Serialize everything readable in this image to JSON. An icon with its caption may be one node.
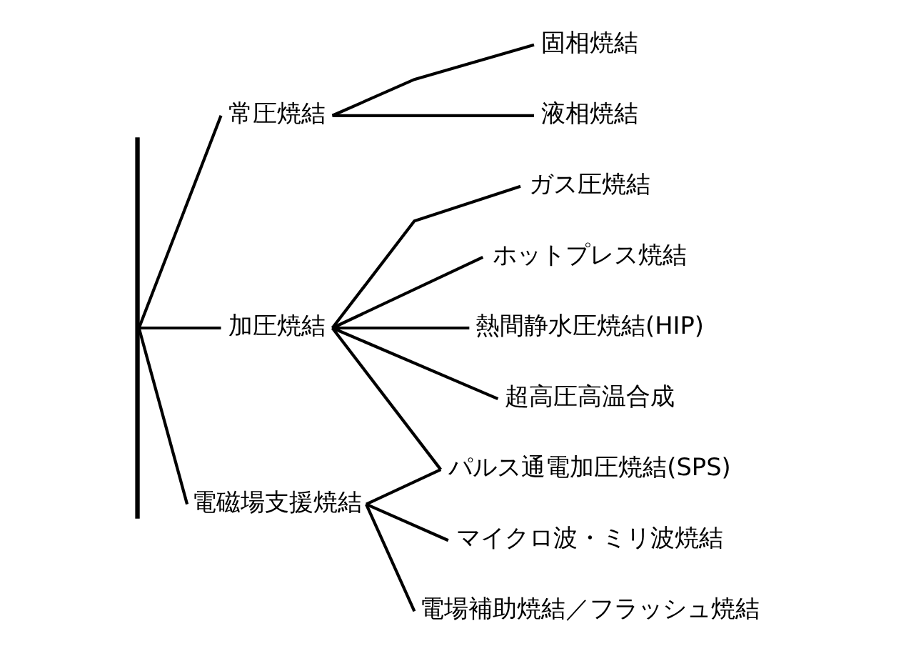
{
  "diagram": {
    "nodes": [
      {
        "text": [],
        "shape": "bar"
      },
      {
        "text": [
          "常圧焼結"
        ]
      },
      {
        "text": [
          "固相焼結"
        ]
      },
      {
        "text": [
          "液相焼結"
        ]
      },
      {
        "text": [
          "加圧焼結"
        ]
      },
      {
        "text": [
          "ガス圧焼結"
        ]
      },
      {
        "text": [
          "ホットプレス焼結"
        ]
      },
      {
        "text": [
          "熱間静水圧焼結(HIP)"
        ]
      },
      {
        "text": [
          "超高圧高温合成"
        ]
      },
      {
        "text": [
          "パルス通電加圧焼結(SPS)"
        ]
      },
      {
        "text": [
          "電磁場支援焼結"
        ]
      },
      {
        "text": [
          "マイクロ波・ミリ波焼結"
        ]
      },
      {
        "text": [
          "電場補助焼結／フラッシュ焼結"
        ]
      }
    ],
    "edges": [
      {
        "from": 0,
        "to": 1,
        "arrow": "none"
      },
      {
        "from": 0,
        "to": 4,
        "arrow": "none"
      },
      {
        "from": 0,
        "to": 10,
        "arrow": "none"
      },
      {
        "from": 1,
        "to": 2,
        "arrow": "none"
      },
      {
        "from": 1,
        "to": 3,
        "arrow": "none"
      },
      {
        "from": 4,
        "to": 5,
        "arrow": "none"
      },
      {
        "from": 4,
        "to": 6,
        "arrow": "none"
      },
      {
        "from": 4,
        "to": 7,
        "arrow": "none"
      },
      {
        "from": 4,
        "to": 8,
        "arrow": "none"
      },
      {
        "from": 4,
        "to": 9,
        "arrow": "none"
      },
      {
        "from": 10,
        "to": 9,
        "arrow": "none"
      },
      {
        "from": 10,
        "to": 11,
        "arrow": "none"
      },
      {
        "from": 10,
        "to": 12,
        "arrow": "none"
      }
    ]
  }
}
